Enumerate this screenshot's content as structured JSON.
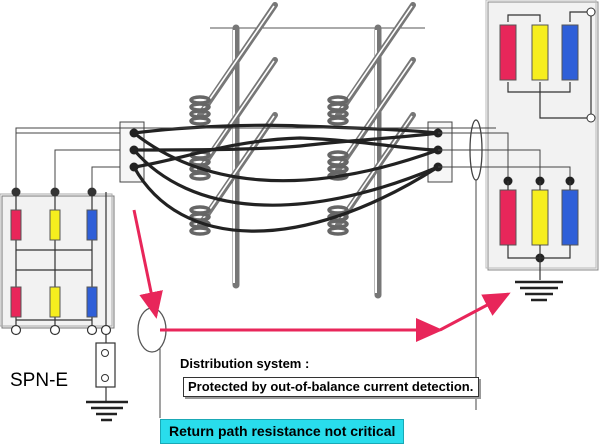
{
  "labels": {
    "earthing_system": "SPN-E",
    "distribution_title": "Distribution system :",
    "protection_note": "Protected by out-of-balance current detection.",
    "return_path_note": "Return path resistance not critical"
  },
  "colors": {
    "phase_red": "#e8265a",
    "phase_yellow": "#f6ee1e",
    "phase_blue": "#2f5fd8",
    "fault_path": "#e8265a",
    "note_background": "#29ddec",
    "conductor": "#222222",
    "panel_fill": "#f2f2f2"
  },
  "icons": [
    "earth-ground-icon",
    "earth-ground-icon",
    "neutral-link-icon",
    "ct-ellipse-icon"
  ]
}
